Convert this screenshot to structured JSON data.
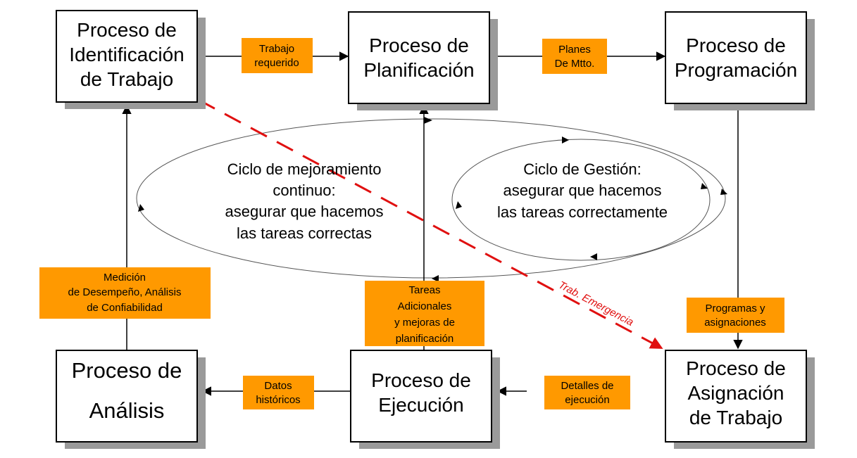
{
  "colors": {
    "label_fill": "#ff9900",
    "emergency": "#e01010",
    "shadow": "#9a9a9a"
  },
  "boxes": {
    "identificacion": [
      "Proceso de",
      "Identificación",
      "de Trabajo"
    ],
    "planificacion": [
      "Proceso de",
      "Planificación"
    ],
    "programacion": [
      "Proceso de",
      "Programación"
    ],
    "analisis": [
      "Proceso de",
      "Análisis"
    ],
    "ejecucion": [
      "Proceso de",
      "Ejecución"
    ],
    "asignacion": [
      "Proceso de",
      "Asignación",
      "de Trabajo"
    ]
  },
  "labels": {
    "trabajo_requerido": [
      "Trabajo",
      "requerido"
    ],
    "planes_mtto": [
      "Planes",
      "De Mtto."
    ],
    "programas_asignaciones": [
      "Programas y",
      "asignaciones"
    ],
    "detalles_ejecucion": [
      "Detalles de",
      "ejecución"
    ],
    "datos_historicos": [
      "Datos",
      "históricos"
    ],
    "tareas_adicionales": [
      "Tareas",
      "Adicionales",
      "y mejoras de",
      "planificación"
    ],
    "medicion_desempeno": [
      "Medición",
      "de Desempeño, Análisis",
      "de Confiabilidad"
    ]
  },
  "cycles": {
    "mejoramiento": [
      "Ciclo de mejoramiento",
      "continuo:",
      "asegurar que hacemos",
      "las tareas correctas"
    ],
    "gestion": [
      "Ciclo de Gestión:",
      "asegurar que hacemos",
      "las tareas correctamente"
    ]
  },
  "emergency_label": "Trab. Emergencia"
}
